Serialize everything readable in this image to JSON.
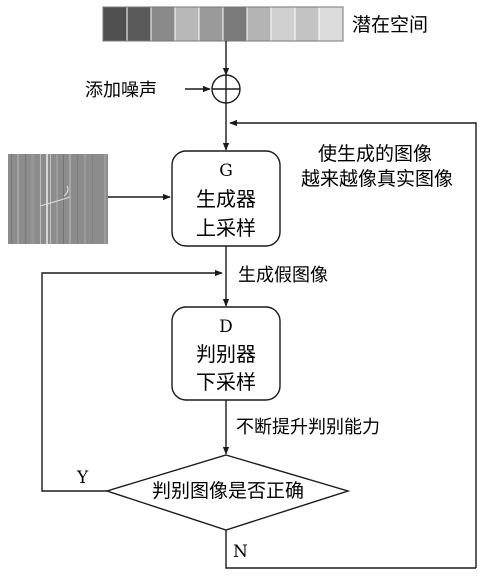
{
  "latent_space": {
    "label": "潜在空间",
    "cells": [
      "#505050",
      "#5a5a5a",
      "#8a8a8a",
      "#b8b8b8",
      "#9a9a9a",
      "#7a7a7a",
      "#b4b4b4",
      "#d0d0d0",
      "#c4c4c4",
      "#dcdcdc"
    ]
  },
  "noise": {
    "label": "添加噪声"
  },
  "feedback": {
    "line1": "使生成的图像",
    "line2": "越来越像真实图像"
  },
  "generator": {
    "letter": "G",
    "line1": "生成器",
    "line2": "上采样"
  },
  "fake_image_label": "生成假图像",
  "discriminator": {
    "letter": "D",
    "line1": "判别器",
    "line2": "下采样"
  },
  "improve_label": "不断提升判别能力",
  "decision": {
    "text": "判别图像是否正确",
    "yes": "Y",
    "no": "N"
  },
  "colors": {
    "line": "#1a1a1a",
    "real_image_bg": "#8c8c8c"
  }
}
